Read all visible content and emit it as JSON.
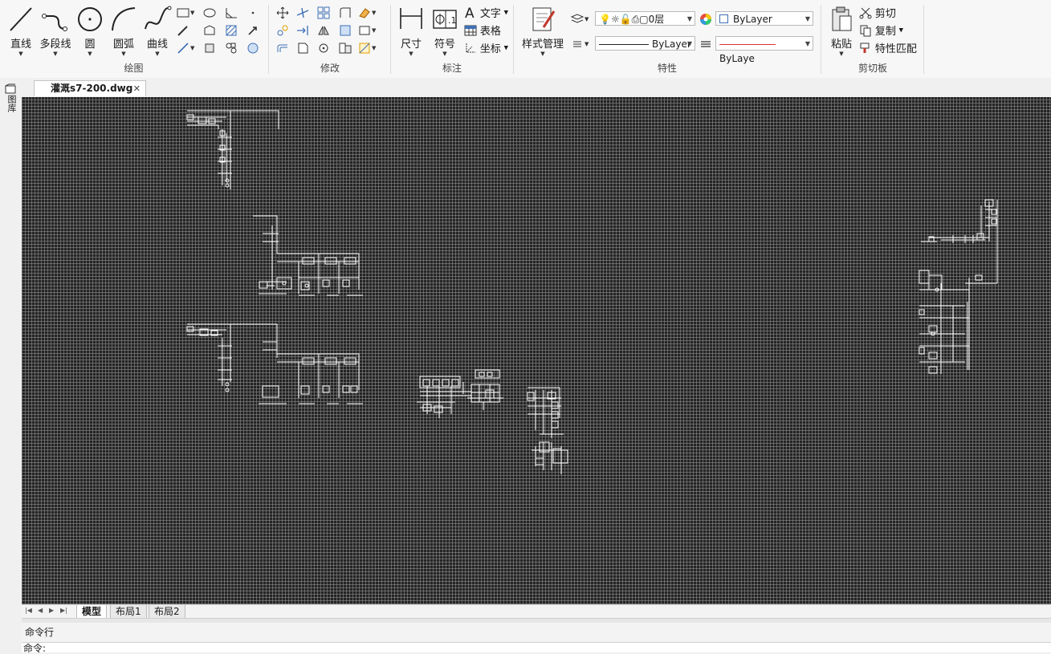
{
  "ribbon": {
    "groups": {
      "draw": "绘图",
      "modify": "修改",
      "annotate": "标注",
      "properties": "特性",
      "clipboard": "剪切板"
    },
    "draw": {
      "line": "直线",
      "polyline": "多段线",
      "circle": "圆",
      "arc": "圆弧",
      "curve": "曲线"
    },
    "annotate": {
      "dimension": "尺寸",
      "symbol": "符号",
      "text": "文字",
      "table": "表格",
      "coordinate": "坐标"
    },
    "style_manager": "样式管理",
    "properties": {
      "layer_value": "0层",
      "color_value": "ByLayer",
      "linetype_value": "ByLayer",
      "lineweight_value": "ByLaye"
    },
    "clipboard": {
      "paste": "粘贴",
      "cut": "剪切",
      "copy": "复制",
      "match": "特性匹配"
    }
  },
  "side_panel": {
    "label": "图库"
  },
  "document_tab": {
    "title": "灌溉s7-200.dwg"
  },
  "layout_tabs": [
    "模型",
    "布局1",
    "布局2"
  ],
  "command": {
    "title": "命令行",
    "prompt": "命令:"
  },
  "colors": {
    "canvas_bg": "#242424",
    "grid": "#8a8a8a",
    "drawing_lines": "#ffffff"
  }
}
